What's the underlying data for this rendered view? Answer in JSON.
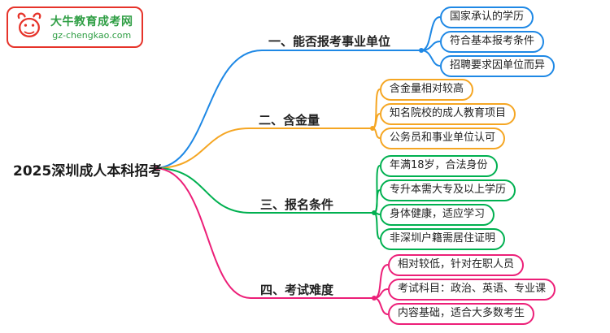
{
  "logo": {
    "site_name": "大牛教育成考网",
    "site_url": "gz-chengkao.com"
  },
  "root": {
    "label": "2025深圳成人本科招考"
  },
  "branches": [
    {
      "label": "一、能否报考事业单位",
      "color": "#1e88e5",
      "children": [
        "国家承认的学历",
        "符合基本报考条件",
        "招聘要求因单位而异"
      ]
    },
    {
      "label": "二、含金量",
      "color": "#f5a623",
      "children": [
        "含金量相对较高",
        "知名院校的成人教育项目",
        "公务员和事业单位认可"
      ]
    },
    {
      "label": "三、报名条件",
      "color": "#00b050",
      "children": [
        "年满18岁，合法身份",
        "专升本需大专及以上学历",
        "身体健康，适应学习",
        "非深圳户籍需居住证明"
      ]
    },
    {
      "label": "四、考试难度",
      "color": "#ec1f78",
      "children": [
        "相对较低，针对在职人员",
        "考试科目：政治、英语、专业课",
        "内容基础，适合大多数考生"
      ]
    }
  ]
}
